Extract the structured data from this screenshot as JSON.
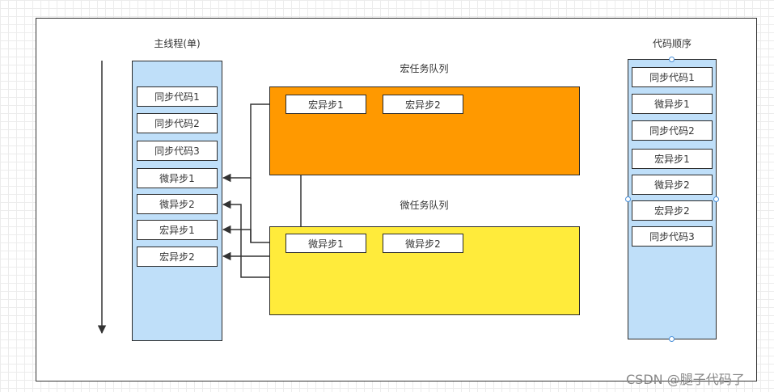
{
  "main_thread": {
    "title": "主线程(单)",
    "items": [
      "同步代码1",
      "同步代码2",
      "同步代码3",
      "微异步1",
      "微异步2",
      "宏异步1",
      "宏异步2"
    ]
  },
  "macro_queue": {
    "title": "宏任务队列",
    "items": [
      "宏异步1",
      "宏异步2"
    ],
    "color": "#ff9900"
  },
  "micro_queue": {
    "title": "微任务队列",
    "items": [
      "微异步1",
      "微异步2"
    ],
    "color": "#ffeb3b"
  },
  "code_order": {
    "title": "代码顺序",
    "items": [
      "同步代码1",
      "微异步1",
      "同步代码2",
      "宏异步1",
      "微异步2",
      "宏异步2",
      "同步代码3"
    ]
  },
  "column_color": "#bfdff9",
  "watermark": "CSDN @腿子代码了"
}
